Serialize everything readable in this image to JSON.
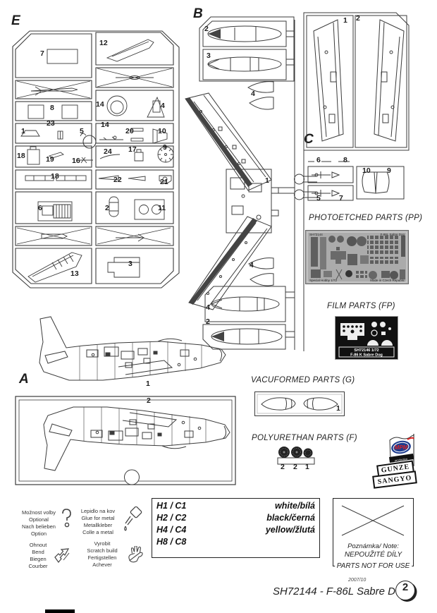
{
  "sprues": {
    "e": {
      "label": "E",
      "nums": [
        "7",
        "12",
        "8",
        "14",
        "4",
        "1",
        "23",
        "5",
        "14",
        "20",
        "10",
        "18",
        "19",
        "16",
        "24",
        "17",
        "9",
        "18",
        "22",
        "21",
        "6",
        "2",
        "11",
        "13",
        "3"
      ]
    },
    "b": {
      "label": "B",
      "nums": [
        "2",
        "3",
        "4",
        "1",
        "4",
        "4",
        "2"
      ]
    },
    "c": {
      "label": "C",
      "nums": [
        "1",
        "2",
        "6",
        "8",
        "5",
        "7",
        "10",
        "9"
      ]
    },
    "a": {
      "label": "A",
      "nums": [
        "1",
        "2"
      ]
    }
  },
  "sections": {
    "photoetched": {
      "title": "PHOTOETCHED PARTS (PP)",
      "fret_tl": "SH72144",
      "fret_tr": "F-86L Sabre Dog",
      "fret_bl": "Special Hobby 1/72",
      "fret_br": "Made in Czech Republic"
    },
    "film": {
      "title": "FILM PARTS (FP)",
      "label1": "SH72146 1/72",
      "label2": "F-86 K Sabre Dog"
    },
    "vacuformed": {
      "title": "VACUFORMED PARTS (G)",
      "num": "1"
    },
    "polyurethan": {
      "title": "POLYURETHAN PARTS (F)",
      "nums": [
        "2",
        "2",
        "1"
      ]
    }
  },
  "logos": {
    "mpm": "MPM",
    "mpm_sub": "production",
    "gunze1": "GUNZE",
    "gunze2": "SANGYO"
  },
  "legend": [
    {
      "icon": "question-icon",
      "lines": [
        "Možnost volby",
        "Optional",
        "Nach belieben",
        "Option"
      ]
    },
    {
      "icon": "glue-bottle-icon",
      "lines": [
        "Lepidlo na kov",
        "Glue for metal",
        "Metallkleber",
        "Colle a metal"
      ]
    },
    {
      "icon": "bend-icon",
      "lines": [
        "Ohnout",
        "Bend",
        "Biegen",
        "Courber"
      ]
    },
    {
      "icon": "hand-icon",
      "lines": [
        "Vyrobit",
        "Scratch build",
        "Fertigstellen",
        "Achever"
      ]
    }
  ],
  "color_table": [
    {
      "code": "H1 / C1",
      "name": "white/bílá"
    },
    {
      "code": "H2 / C2",
      "name": "black/černá"
    },
    {
      "code": "H4 / C4",
      "name": "yellow/žlutá"
    },
    {
      "code": "H8 / C8",
      "name": ""
    }
  ],
  "note": {
    "line1": "Poznámka/ Note:",
    "line2": "NEPOUŽITÉ DÍLY",
    "line3": "PARTS NOT FOR USE"
  },
  "footer": {
    "date": "2007/10",
    "title": "SH72144 - F-86L Sabre Dog",
    "page": "2"
  }
}
